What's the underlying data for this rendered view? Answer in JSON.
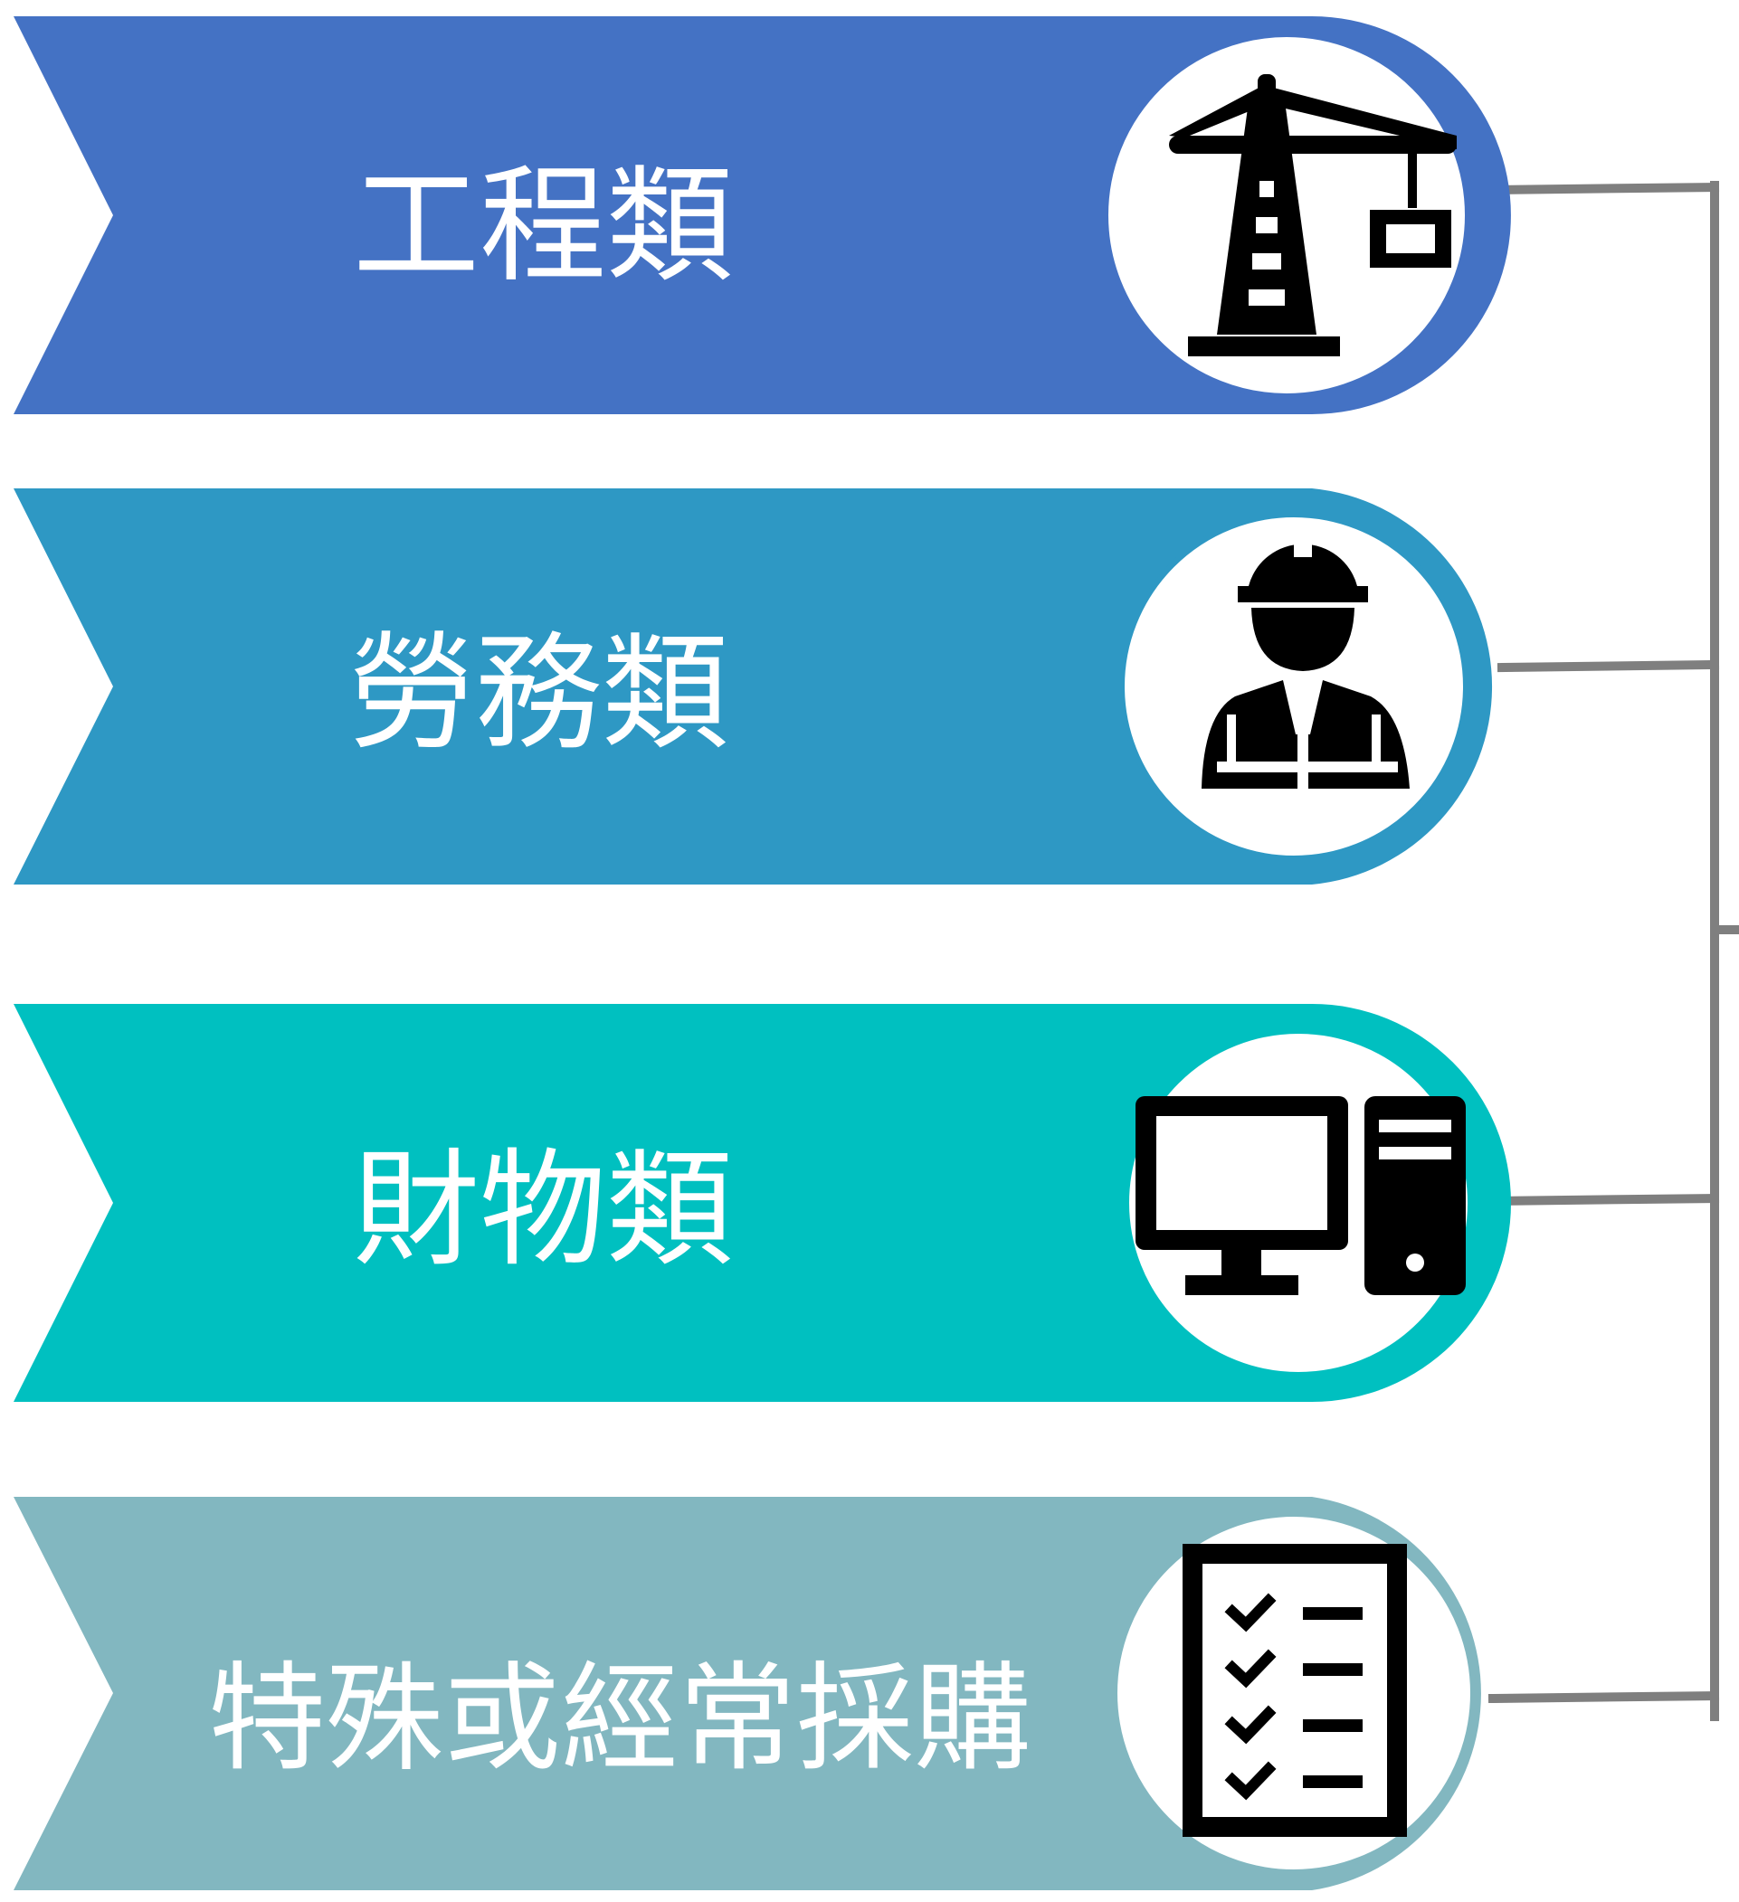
{
  "categories": [
    {
      "label": "工程類",
      "icon": "tower-crane-icon",
      "color": "#4472c4"
    },
    {
      "label": "勞務類",
      "icon": "construction-worker-icon",
      "color": "#2e98c4"
    },
    {
      "label": "財物類",
      "icon": "desktop-computer-icon",
      "color": "#00c0c0"
    },
    {
      "label": "特殊或經常採購",
      "icon": "checklist-icon",
      "color": "#82b7c0"
    }
  ],
  "connector_color": "#7f7f7f"
}
